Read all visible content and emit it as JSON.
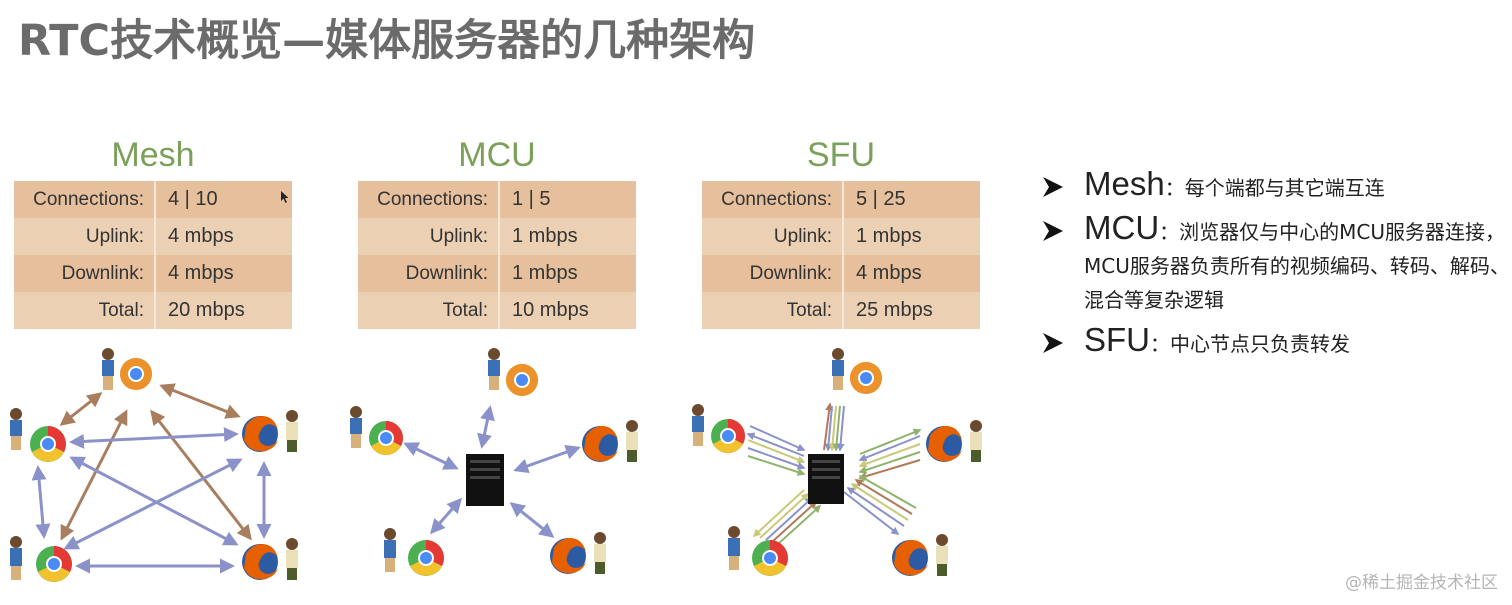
{
  "slide": {
    "title": "RTC技术概览—媒体服务器的几种架构",
    "watermark": "@稀土掘金技术社区"
  },
  "architectures": [
    {
      "name": "Mesh",
      "stats": [
        {
          "label": "Connections:",
          "value": "4 | 10"
        },
        {
          "label": "Uplink:",
          "value": "4 mbps"
        },
        {
          "label": "Downlink:",
          "value": "4 mbps"
        },
        {
          "label": "Total:",
          "value": "20 mbps"
        }
      ]
    },
    {
      "name": "MCU",
      "stats": [
        {
          "label": "Connections:",
          "value": "1 | 5"
        },
        {
          "label": "Uplink:",
          "value": "1 mbps"
        },
        {
          "label": "Downlink:",
          "value": "1 mbps"
        },
        {
          "label": "Total:",
          "value": "10 mbps"
        }
      ]
    },
    {
      "name": "SFU",
      "stats": [
        {
          "label": "Connections:",
          "value": "5 | 25"
        },
        {
          "label": "Uplink:",
          "value": "1 mbps"
        },
        {
          "label": "Downlink:",
          "value": "4 mbps"
        },
        {
          "label": "Total:",
          "value": "25 mbps"
        }
      ]
    }
  ],
  "bullets": [
    {
      "name": "Mesh",
      "colon": "：",
      "desc": "每个端都与其它端互连"
    },
    {
      "name": "MCU",
      "colon": "：",
      "desc": "浏览器仅与中心的MCU服务器连接，MCU服务器负责所有的视频编码、转码、解码、混合等复杂逻辑"
    },
    {
      "name": "SFU",
      "colon": "：",
      "desc": "中心节点只负责转发"
    }
  ],
  "colors": {
    "title": "#6b6b6b",
    "arch_name": "#7aa05a",
    "table_light": "#ecd0b4",
    "table_dark": "#e6c09c",
    "arrow_blue": "#8a92c9",
    "arrow_brown": "#a87e5e",
    "arrow_yellow": "#d8d890",
    "arrow_green": "#a6c48a"
  }
}
